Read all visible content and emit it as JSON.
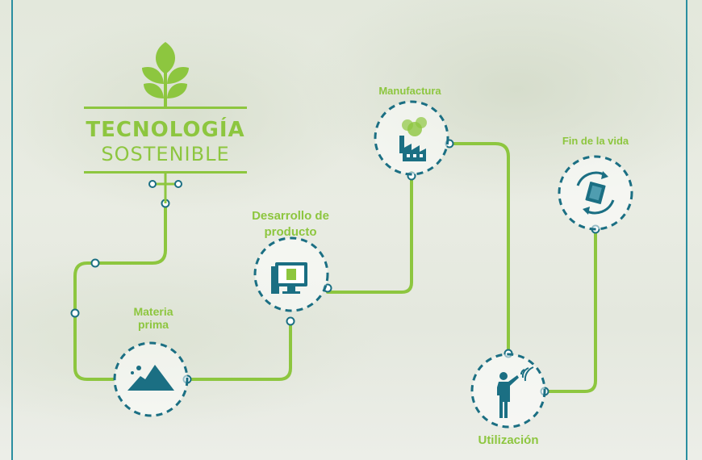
{
  "logo": {
    "line1": "TECNOLOGÍA",
    "line2": "SOSTENIBLE"
  },
  "stages": [
    {
      "label": "Materia\nprima",
      "icon": "rock-pile-icon"
    },
    {
      "label": "Desarrollo de\nproducto",
      "icon": "computer-chip-icon"
    },
    {
      "label": "Manufactura",
      "icon": "factory-icon"
    },
    {
      "label": "Utilización",
      "icon": "person-wireless-icon"
    },
    {
      "label": "Fin de la vida",
      "icon": "recycle-chip-icon"
    }
  ],
  "colors": {
    "accent": "#8dc63f",
    "teal": "#1b6f83",
    "frame": "#2a8ea0"
  }
}
